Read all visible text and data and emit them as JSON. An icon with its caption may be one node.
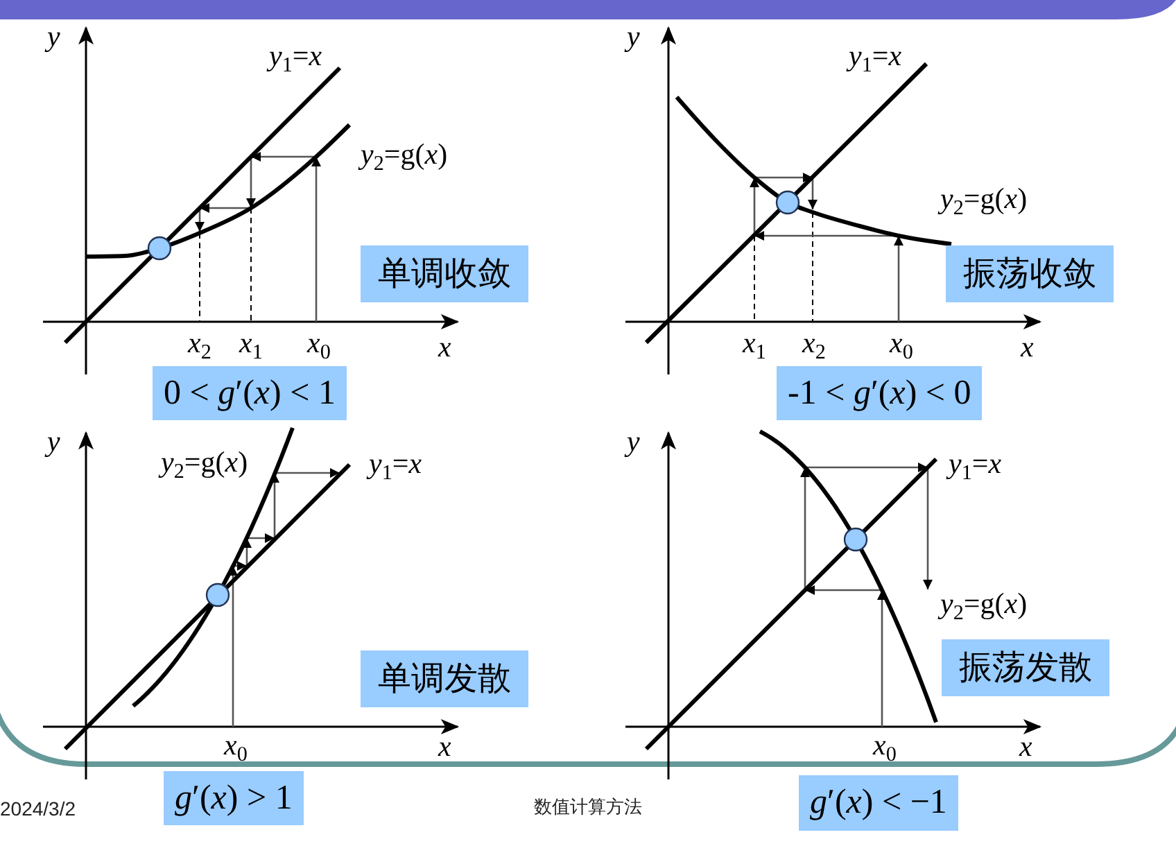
{
  "diagram": {
    "nodes": [
      {
        "text": [
          "单调收敛"
        ]
      },
      {
        "text": [
          "0 < *g*′(*x*) < 1"
        ]
      },
      {
        "text": [
          "振荡收敛"
        ]
      },
      {
        "text": [
          "-1 < *g*′(*x*) < 0"
        ]
      },
      {
        "text": [
          "单调发散"
        ]
      },
      {
        "text": [
          "*g*′(*x*) > 1"
        ]
      },
      {
        "text": [
          "振荡发散"
        ]
      },
      {
        "text": [
          "*g*′(*x*) < −1"
        ]
      }
    ],
    "labels": [
      "y",
      "*y*$_{1}$=*x*",
      "*y*$_{2}$=g(*x*)",
      "*x*$_{2}$",
      "*x*$_{1}$",
      "*x*$_{0}$",
      "x",
      "y",
      "*y*$_{1}$=*x*",
      "*y*$_{2}$=g(*x*)",
      "*x*$_{1}$",
      "*x*$_{2}$",
      "*x*$_{0}$",
      "x",
      "y",
      "*y*$_{2}$=g(*x*)",
      "*y*$_{1}$=*x*",
      "*x*$_{0}$",
      "x",
      "y",
      "*y*$_{1}$=*x*",
      "*y*$_{2}$=g(*x*)",
      "*x*$_{0}$",
      "x",
      "2024/3/2",
      "数值计算方法"
    ]
  }
}
